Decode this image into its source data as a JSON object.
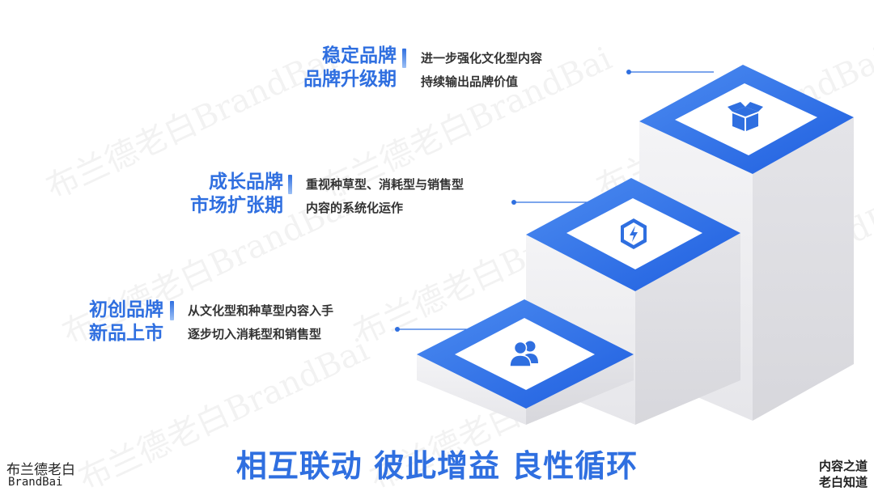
{
  "stages": [
    {
      "title_line1": "稳定品牌",
      "title_line2": "品牌升级期",
      "desc_line1": "进一步强化文化型内容",
      "desc_line2": "持续输出品牌价值",
      "icon": "box-icon"
    },
    {
      "title_line1": "成长品牌",
      "title_line2": "市场扩张期",
      "desc_line1": "重视种草型、消耗型与销售型",
      "desc_line2": "内容的系统化运作",
      "icon": "lightning-shield-icon"
    },
    {
      "title_line1": "初创品牌",
      "title_line2": "新品上市",
      "desc_line1": "从文化型和种草型内容入手",
      "desc_line2": "逐步切入消耗型和销售型",
      "icon": "users-icon"
    }
  ],
  "slogan": "相互联动 彼此增益 良性循环",
  "logo": {
    "cn": "布兰德老白",
    "en": "BrandBai"
  },
  "corner": {
    "line1": "内容之道",
    "line2": "老白知道"
  },
  "watermark": "布兰德老白BrandBai",
  "colors": {
    "accent": "#2f6fe0",
    "step_side": "#efeff2"
  }
}
